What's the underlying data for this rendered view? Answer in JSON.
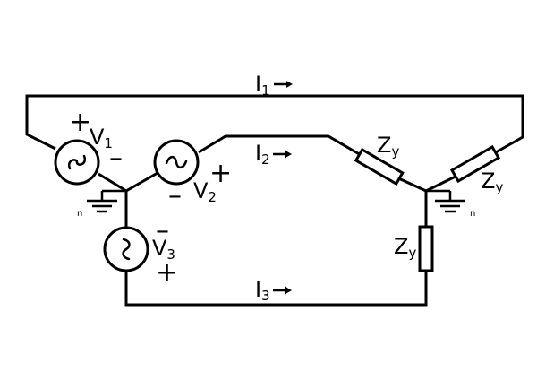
{
  "currents": {
    "i1": {
      "main": "I",
      "sub": "1"
    },
    "i2": {
      "main": "I",
      "sub": "2"
    },
    "i3": {
      "main": "I",
      "sub": "3"
    }
  },
  "sources": {
    "v1": {
      "main": "V",
      "sub": "1",
      "plus": "+",
      "minus": "–"
    },
    "v2": {
      "main": "V",
      "sub": "2",
      "plus": "+",
      "minus": "–"
    },
    "v3": {
      "main": "V",
      "sub": "3",
      "plus": "+",
      "minus": "–"
    }
  },
  "impedances": {
    "z1": {
      "main": "Z",
      "sub": "y"
    },
    "z2": {
      "main": "Z",
      "sub": "y"
    },
    "z3": {
      "main": "Z",
      "sub": "y"
    }
  },
  "neutrals": {
    "source": "n",
    "load": "n"
  }
}
